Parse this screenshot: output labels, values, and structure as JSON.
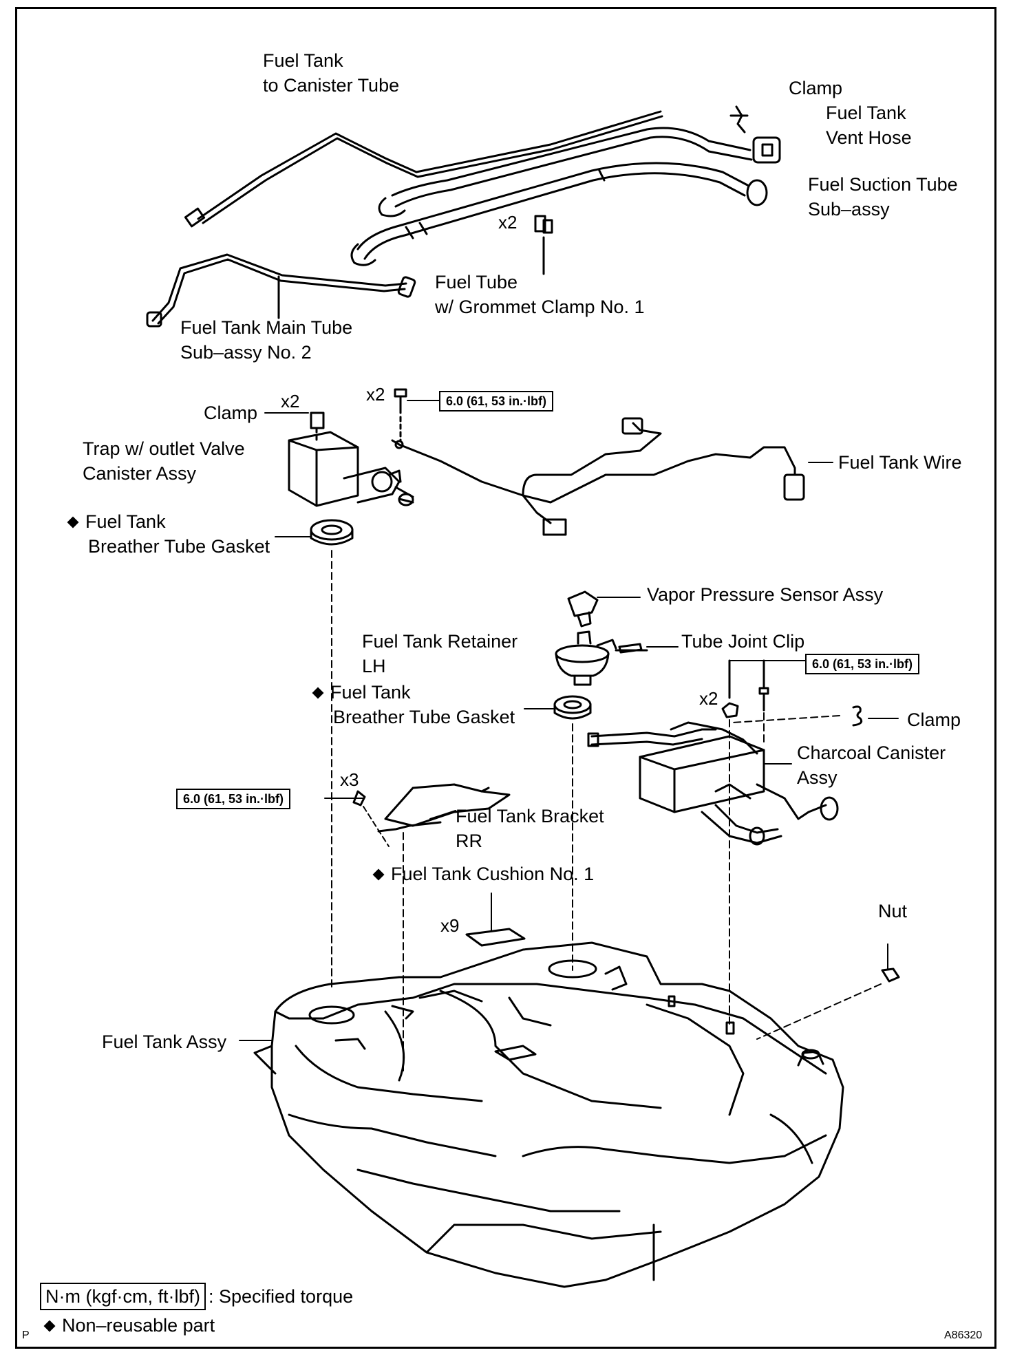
{
  "labels": {
    "fuel_tank_to_canister_tube": [
      "Fuel Tank",
      "to Canister Tube"
    ],
    "clamp_top": [
      "Clamp"
    ],
    "fuel_tank_vent_hose": [
      "Fuel Tank",
      "Vent Hose"
    ],
    "fuel_suction_tube": [
      "Fuel Suction Tube",
      "Sub–assy"
    ],
    "fuel_tube_grommet_clamp": [
      "Fuel Tube",
      "w/ Grommet Clamp No. 1"
    ],
    "fuel_tank_main_tube": [
      "Fuel Tank Main Tube",
      "Sub–assy No. 2"
    ],
    "clamp_left": [
      "Clamp"
    ],
    "trap_canister": [
      "Trap w/ outlet Valve",
      "Canister Assy"
    ],
    "fuel_tank_wire": [
      "Fuel Tank Wire"
    ],
    "breather_gasket_upper": [
      "Fuel Tank",
      "Breather Tube Gasket"
    ],
    "vapor_pressure_sensor": [
      "Vapor Pressure Sensor Assy"
    ],
    "fuel_tank_retainer": [
      "Fuel Tank Retainer",
      "LH"
    ],
    "tube_joint_clip": [
      "Tube Joint Clip"
    ],
    "breather_gasket_lower": [
      "Fuel Tank",
      "Breather Tube Gasket"
    ],
    "clamp_right": [
      "Clamp"
    ],
    "charcoal_canister": [
      "Charcoal Canister",
      "Assy"
    ],
    "fuel_tank_bracket": [
      "Fuel Tank Bracket",
      "RR"
    ],
    "fuel_tank_cushion": [
      "Fuel Tank Cushion No. 1"
    ],
    "nut": [
      "Nut"
    ],
    "fuel_tank_assy": [
      "Fuel Tank Assy"
    ]
  },
  "quantities": {
    "grommet_clamp": "x2",
    "clamp_left": "x2",
    "bolt_top": "x2",
    "bolt_right": "x2",
    "bolt_left": "x3",
    "cushion": "x9"
  },
  "torque": {
    "top": "6.0 (61, 53 in.·lbf)",
    "right": "6.0 (61, 53 in.·lbf)",
    "left": "6.0 (61, 53 in.·lbf)"
  },
  "legend": {
    "torque_unit": "N·m (kgf·cm, ft·lbf)",
    "torque_desc": ": Specified torque",
    "nonreusable": "Non–reusable part"
  },
  "corner": {
    "left": "P",
    "right": "A86320"
  }
}
